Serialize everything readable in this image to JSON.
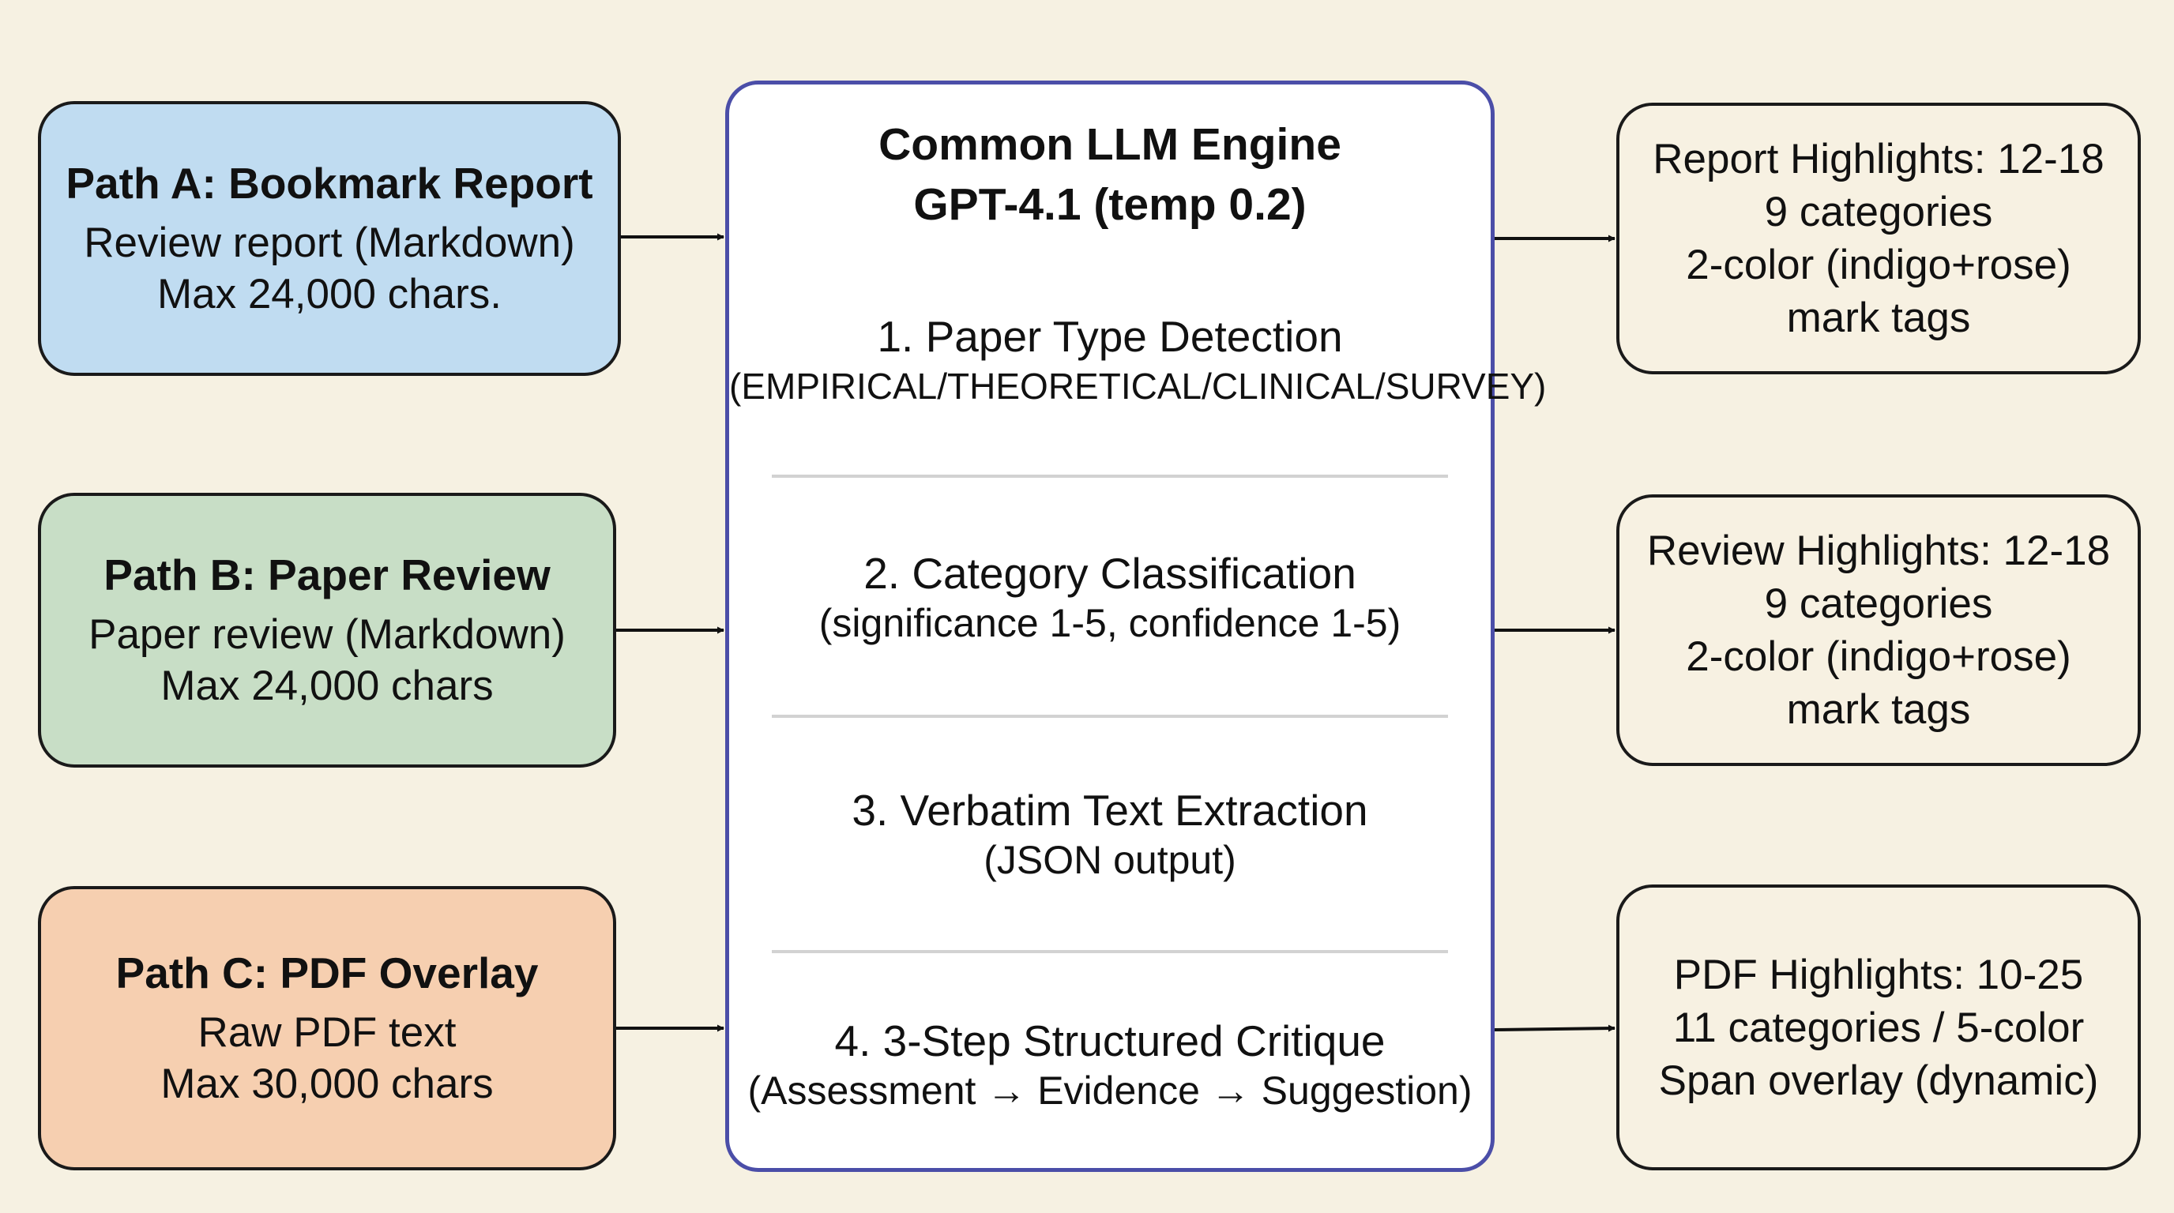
{
  "inputs": {
    "path_a": {
      "title": "Path A: Bookmark Report",
      "lines": [
        "Review report (Markdown)",
        "Max 24,000 chars."
      ]
    },
    "path_b": {
      "title": "Path B: Paper Review",
      "lines": [
        "Paper review (Markdown)",
        "Max 24,000 chars"
      ]
    },
    "path_c": {
      "title": "Path C: PDF Overlay",
      "lines": [
        "Raw PDF text",
        "Max 30,000 chars"
      ]
    }
  },
  "engine": {
    "title": "Common LLM Engine",
    "model": "GPT-4.1 (temp 0.2)",
    "steps": [
      {
        "title": "1. Paper Type Detection",
        "detail": "(EMPIRICAL/THEORETICAL/CLINICAL/SURVEY)"
      },
      {
        "title": "2. Category Classification",
        "detail": "(significance 1-5, confidence 1-5)"
      },
      {
        "title": "3. Verbatim Text Extraction",
        "detail": "(JSON output)"
      },
      {
        "title": "4. 3-Step Structured Critique",
        "detail": "(Assessment → Evidence → Suggestion)"
      }
    ]
  },
  "outputs": {
    "report": {
      "lines": [
        "Report Highlights: 12-18",
        "9 categories",
        "2-color (indigo+rose)",
        "mark tags"
      ]
    },
    "review": {
      "lines": [
        "Review Highlights: 12-18",
        "9 categories",
        "2-color (indigo+rose)",
        "mark tags"
      ]
    },
    "pdf": {
      "lines": [
        "PDF Highlights: 10-25",
        "11 categories / 5-color",
        "Span overlay (dynamic)"
      ]
    }
  },
  "colors": {
    "background": "#f6f1e2",
    "path_a": "#c0dcf1",
    "path_b": "#c8dec6",
    "path_c": "#f6cfb0",
    "engine_border": "#4b4ea8",
    "output_fill": "#f7f1e2"
  }
}
